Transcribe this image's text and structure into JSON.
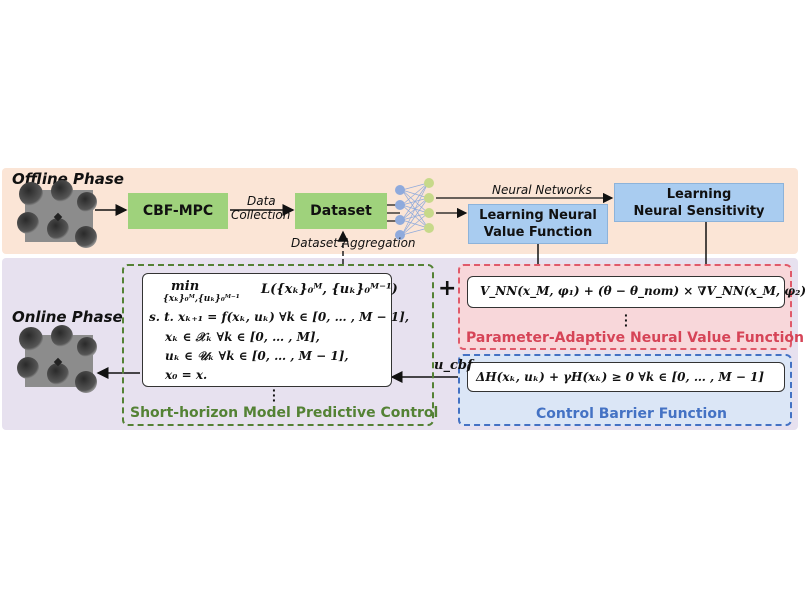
{
  "phases": {
    "offline": "Offline Phase",
    "online": "Online Phase"
  },
  "colors": {
    "offline_band": "#fbe5d6",
    "online_band": "#e7e1ef",
    "green_box": "#9fd27c",
    "blue_box": "#a9ccf0",
    "mpc_border": "#548235",
    "nvf_border": "#e05a6a",
    "cbf_border": "#4472c4"
  },
  "offline": {
    "cbf_mpc": "CBF-MPC",
    "data_collection": [
      "Data",
      "Collection"
    ],
    "dataset": "Dataset",
    "neural_networks": "Neural Networks",
    "learning_value": [
      "Learning Neural",
      "Value Function"
    ],
    "learning_sensitivity": [
      "Learning",
      "Neural Sensitivity"
    ],
    "dataset_aggregation": "Dataset  Aggregation"
  },
  "mpc": {
    "title": "Short-horizon Model Predictive Control",
    "lines": {
      "min": "min",
      "min_sub": "{xₖ}₀ᴹ,{uₖ}₀ᴹ⁻¹",
      "objective": "L({xₖ}₀ᴹ, {uₖ}₀ᴹ⁻¹)",
      "c1": "s. t.  xₖ₊₁ = f(xₖ, uₖ) ∀k ∈ [0, … , M − 1],",
      "c2": "xₖ ∈ 𝒳ₖ    ∀k ∈ [0, … , M],",
      "c3": "uₖ ∈ 𝒰ₖ    ∀k ∈ [0, … , M − 1],",
      "c4": "x₀ = x."
    }
  },
  "nvf": {
    "title": "Parameter-Adaptive Neural Value Function",
    "formula": "V_NN(x_M, φ₁) + (θ − θ_nom) × ∇V_NN(x_M, φ₂)",
    "plus": "+"
  },
  "cbf": {
    "title": "Control Barrier Function",
    "formula": "ΔH(xₖ, uₖ) + γH(xₖ) ≥ 0    ∀k ∈ [0, … , M − 1]",
    "u_label": "u_cbf"
  }
}
